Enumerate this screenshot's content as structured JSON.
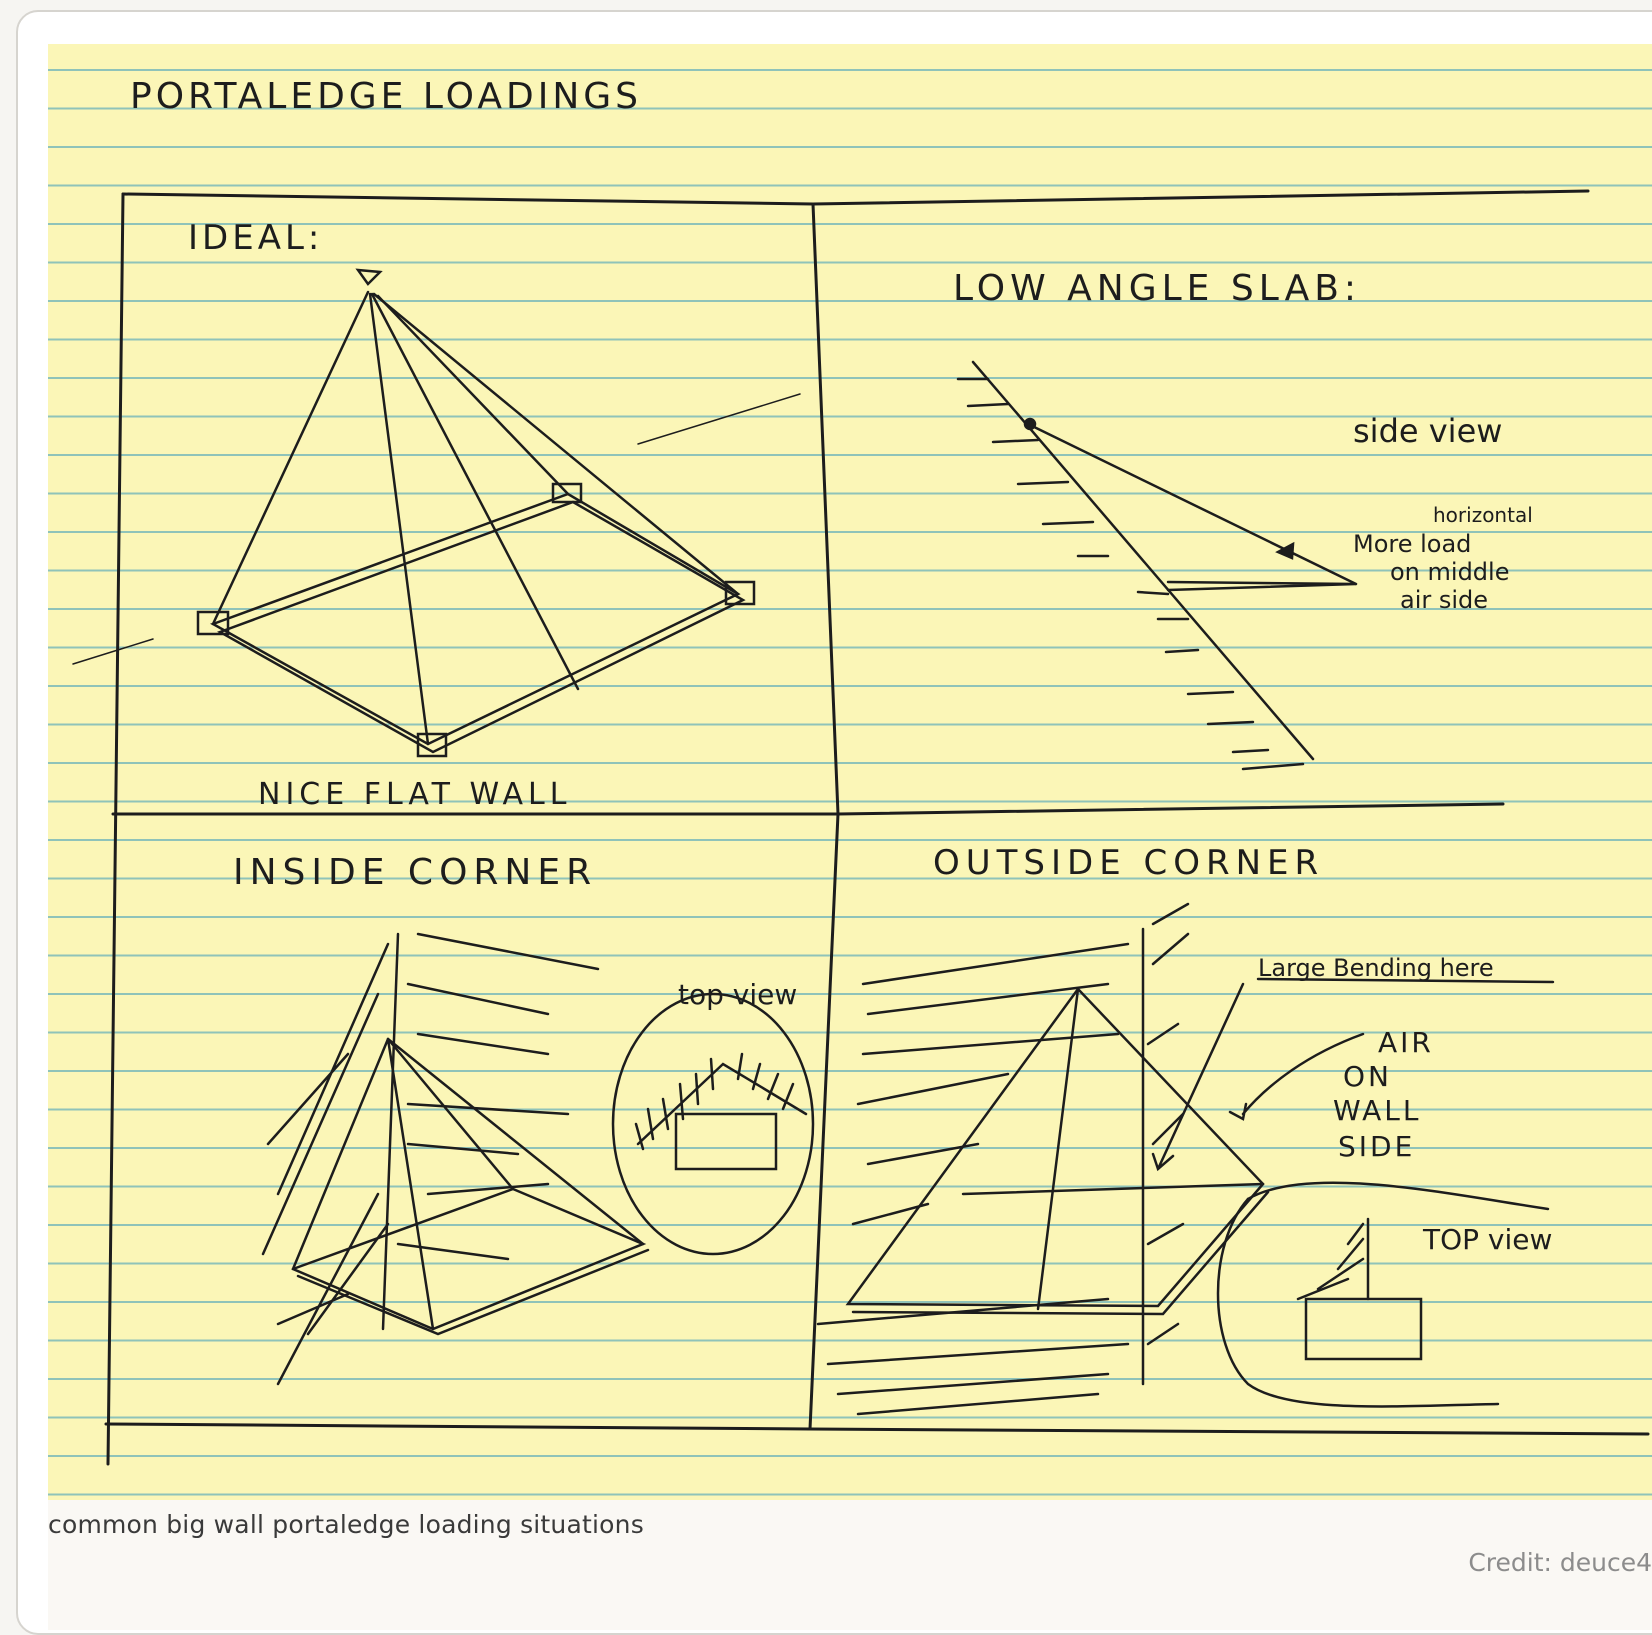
{
  "figure": {
    "title": "PORTALEDGE LOADINGS",
    "panels": {
      "ideal": {
        "label": "IDEAL:",
        "caption": "NICE FLAT WALL"
      },
      "low_angle_slab": {
        "label": "LOW ANGLE SLAB:",
        "note_view": "side view",
        "note_load_insert": "horizontal",
        "note_load_lines": [
          "More load",
          "on middle",
          "air side"
        ]
      },
      "inside_corner": {
        "label": "INSIDE CORNER",
        "top_view": "top view"
      },
      "outside_corner": {
        "label": "OUTSIDE CORNER",
        "bending_note": "Large Bending here",
        "air_note": [
          "AIR",
          "ON",
          "WALL",
          "SIDE"
        ],
        "top_view": "TOP view"
      }
    }
  },
  "caption": "common big wall portaledge loading situations",
  "credit": "Credit: deuce4",
  "colors": {
    "paper": "#fbf6b7",
    "rule": "#8fc3b9",
    "ink": "#1d1d1d"
  }
}
